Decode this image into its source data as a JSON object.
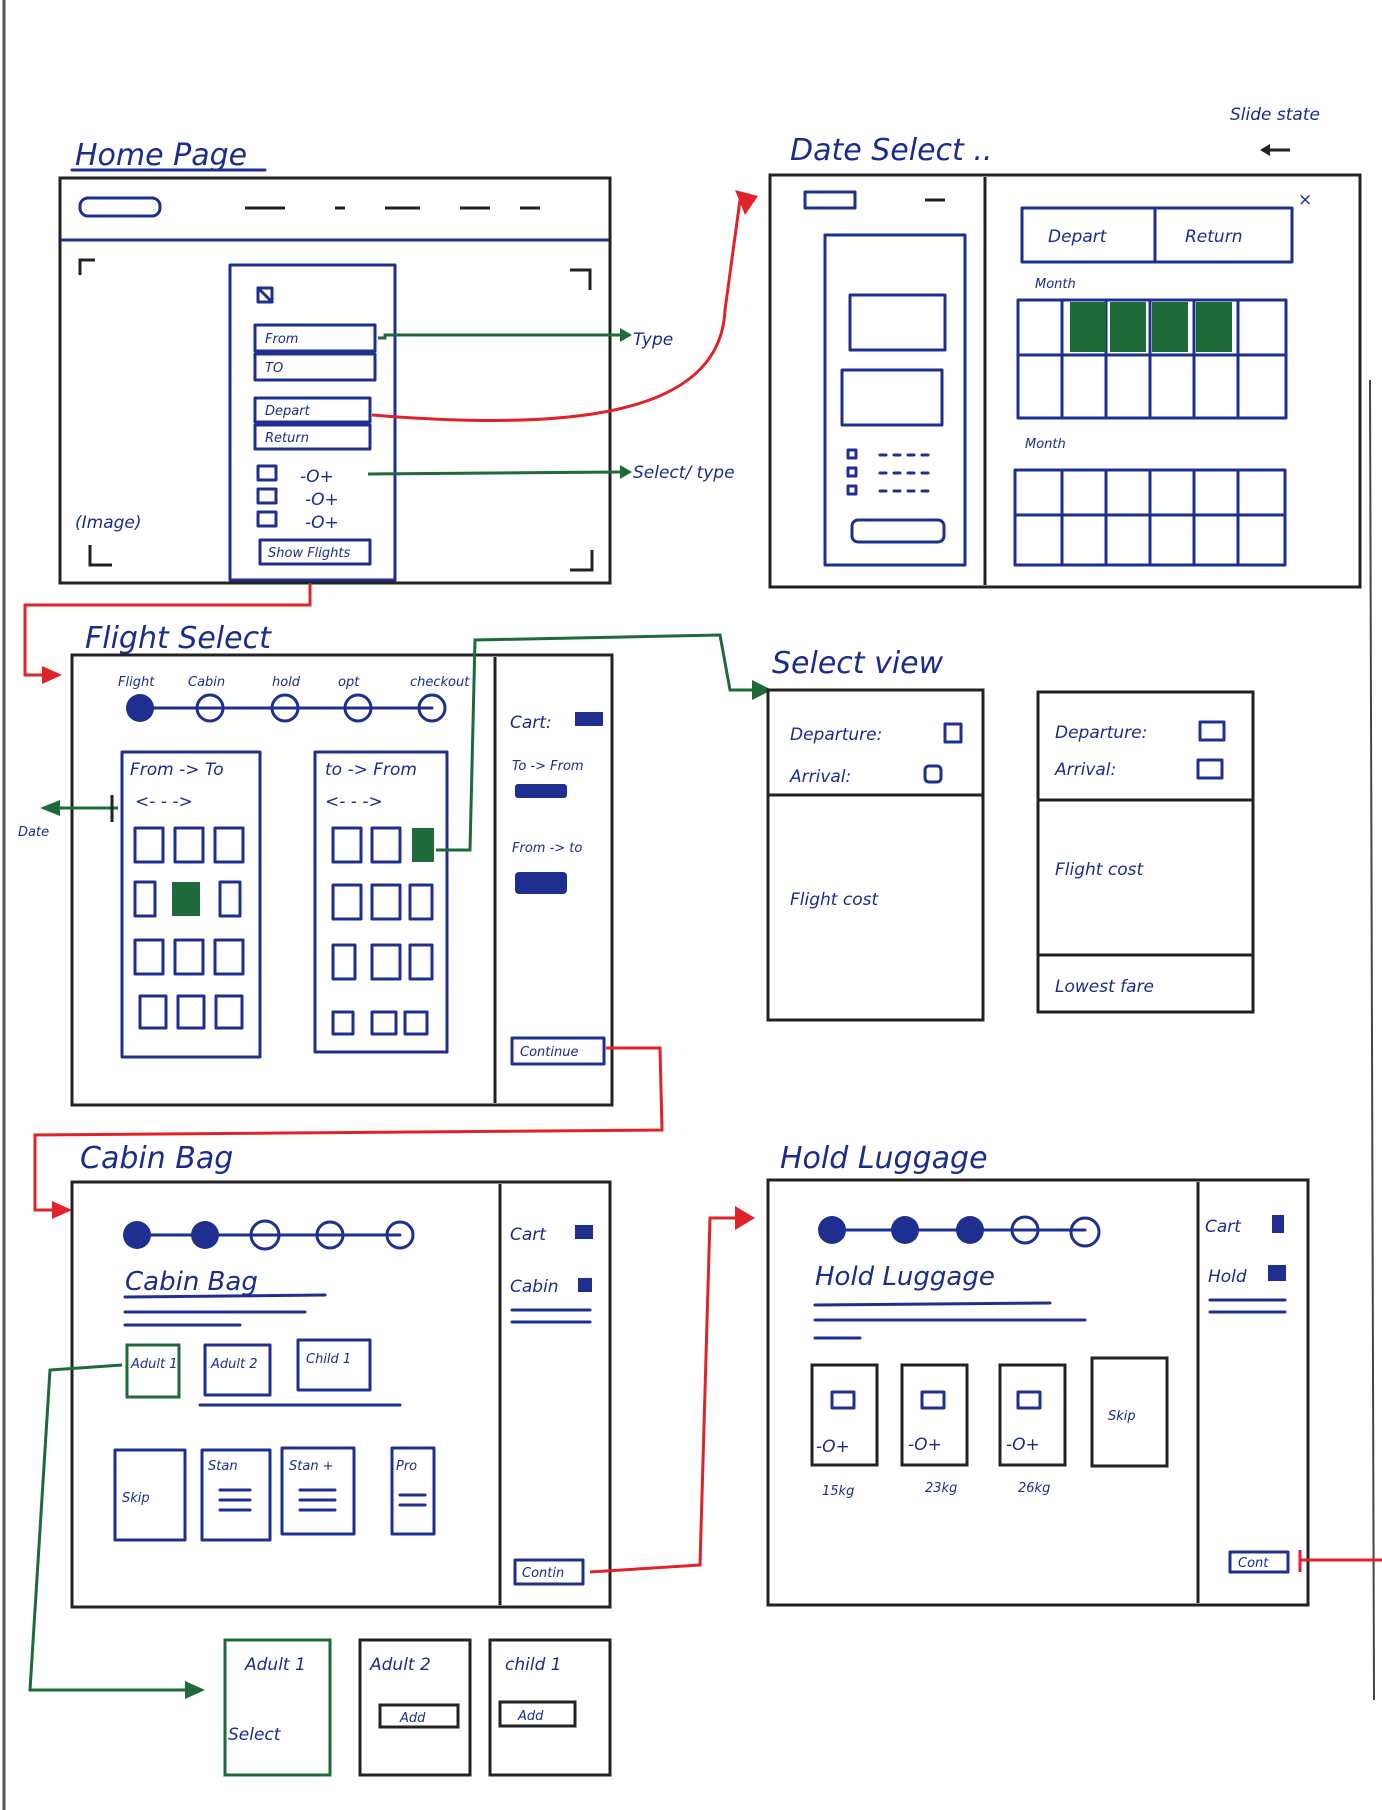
{
  "labels": {
    "home_page": "Home Page",
    "date_select": "Date Select ..",
    "slide_state": "Slide state",
    "flight_select": "Flight Select",
    "select_view": "Select view",
    "cabin_bag": "Cabin Bag",
    "hold_luggage": "Hold Luggage"
  },
  "home": {
    "from": "From",
    "to": "TO",
    "depart": "Depart",
    "return": "Return",
    "show_flights": "Show Flights",
    "counter": "-O+",
    "image": "(Image)"
  },
  "annotations": {
    "type": "Type",
    "select_type": "Select/ type",
    "date": "Date"
  },
  "date_select": {
    "depart": "Depart",
    "return": "Return",
    "month": "Month"
  },
  "flight_select": {
    "steps": [
      "Flight",
      "Cabin",
      "hold",
      "opt",
      "checkout"
    ],
    "col1": "From -> To",
    "col2": "to -> From",
    "arrows": "<- - ->",
    "cart": "Cart:",
    "to_from": "To -> From",
    "from_to": "From -> to",
    "continue": "Continue"
  },
  "select_view": {
    "departure": "Departure:",
    "arrival": "Arrival:",
    "flight_cost": "Flight cost",
    "lowest_fare": "Lowest fare"
  },
  "cabin_bag": {
    "title": "Cabin Bag",
    "adult1": "Adult 1",
    "adult2": "Adult 2",
    "child1": "Child 1",
    "skip": "Skip",
    "stan": "Stan",
    "stan_plus": "Stan +",
    "pro": "Pro",
    "cart": "Cart",
    "cabin": "Cabin",
    "continue": "Contin"
  },
  "hold_luggage": {
    "title": "Hold Luggage",
    "counter": "-O+",
    "kg1": "15kg",
    "kg2": "23kg",
    "kg3": "26kg",
    "skip": "Skip",
    "cart": "Cart",
    "hold": "Hold",
    "continue": "Cont"
  },
  "popups": {
    "adult1": "Adult 1",
    "adult2": "Adult 2",
    "child1": "child 1",
    "select": "Select",
    "add": "Add"
  }
}
